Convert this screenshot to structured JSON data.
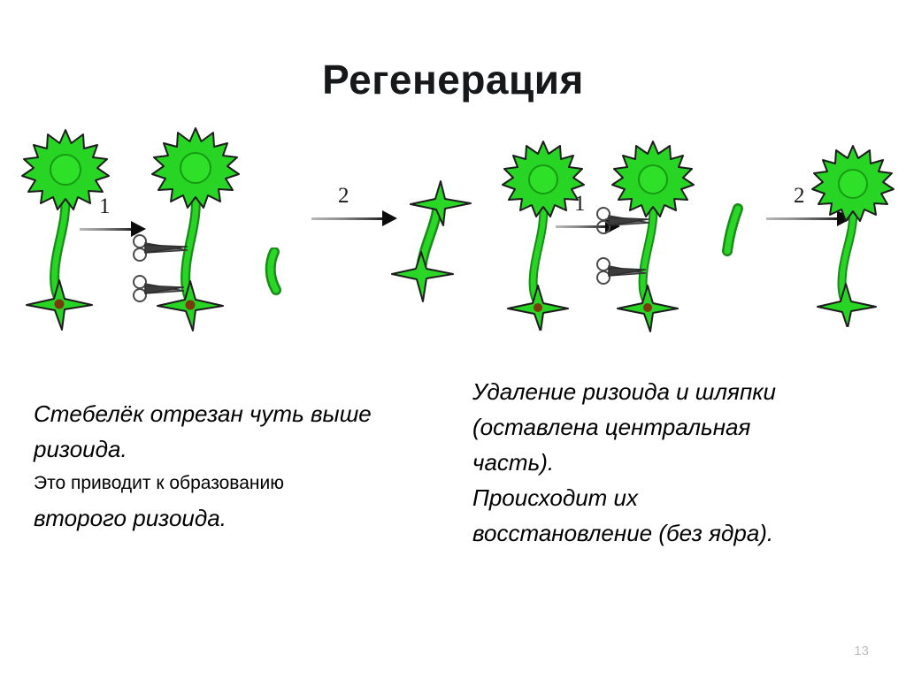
{
  "slide": {
    "title": "Регенерация",
    "page_number": "13",
    "background_color": "#ffffff",
    "title_color": "#16181a",
    "page_number_color": "#bdbdbd"
  },
  "palette": {
    "alga_green": "#22cc22",
    "alga_green_dark": "#0f8a14",
    "alga_outline": "#1d1d1d",
    "nucleus": "#7a3a0d",
    "arrow_dark": "#0c0c0c",
    "arrow_light": "#b9b9b9",
    "scissors_blade": "#6e6e6e",
    "scissors_handle": "#2b2b2b"
  },
  "figure": {
    "sequence_a": {
      "label": "stem-cut-just-above-rhizoid",
      "steps": [
        {
          "name": "intact-acetabularia",
          "has_cap": true,
          "has_rhizoid": true,
          "has_nucleus": true,
          "scissors": []
        },
        {
          "name": "acetabularia-with-two-cuts",
          "has_cap": true,
          "has_rhizoid": true,
          "has_nucleus": true,
          "scissors": [
            "upper-cut",
            "lower-cut"
          ]
        },
        {
          "name": "stem-fragment",
          "has_cap": false,
          "has_rhizoid": false,
          "has_nucleus": false,
          "scissors": []
        },
        {
          "name": "fragment-with-two-regenerated-rhizoids",
          "has_cap": false,
          "has_rhizoid": true,
          "has_nucleus": false,
          "scissors": []
        }
      ],
      "arrows": [
        {
          "number": "1"
        },
        {
          "number": "2"
        }
      ]
    },
    "sequence_b": {
      "label": "rhizoid-and-cap-removed",
      "steps": [
        {
          "name": "intact-acetabularia",
          "has_cap": true,
          "has_rhizoid": true,
          "has_nucleus": true,
          "scissors": []
        },
        {
          "name": "acetabularia-with-two-cuts",
          "has_cap": true,
          "has_rhizoid": true,
          "has_nucleus": true,
          "scissors": [
            "upper-cut",
            "lower-cut"
          ]
        },
        {
          "name": "stem-fragment",
          "has_cap": false,
          "has_rhizoid": false,
          "has_nucleus": false,
          "scissors": []
        },
        {
          "name": "regenerated-alga-without-nucleus",
          "has_cap": true,
          "has_rhizoid": true,
          "has_nucleus": false,
          "scissors": []
        }
      ],
      "arrows": [
        {
          "number": "1"
        },
        {
          "number": "2"
        }
      ]
    }
  },
  "captions": {
    "left": {
      "lines": [
        {
          "text": "Стебелёк отрезан чуть выше",
          "style": "big"
        },
        {
          "text": "ризоида.",
          "style": "big"
        },
        {
          "text": "Это приводит к образованию",
          "style": "small"
        },
        {
          "text": "второго ризоида.",
          "style": "big"
        }
      ]
    },
    "right": {
      "lines": [
        {
          "text": "Удаление ризоида и шляпки",
          "style": "big"
        },
        {
          "text": "(оставлена центральная",
          "style": "big"
        },
        {
          "text": "часть).",
          "style": "big"
        },
        {
          "text": "Происходит их",
          "style": "big"
        },
        {
          "text": "восстановление (без ядра).",
          "style": "big"
        }
      ]
    }
  }
}
